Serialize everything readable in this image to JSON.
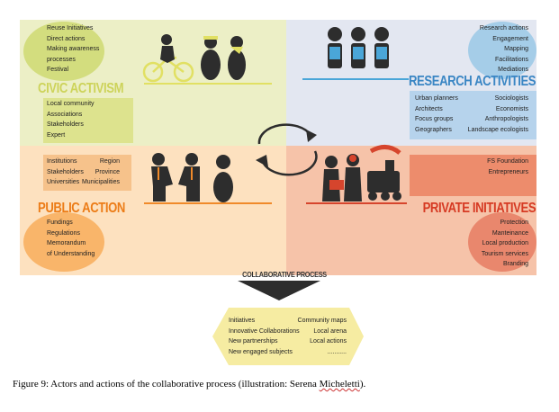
{
  "colors": {
    "civic_bg": "#ecefc6",
    "civic_accent": "#e1e063",
    "civic_heading": "#cdd35a",
    "research_bg": "#e3e7f1",
    "research_accent": "#4aa6d8",
    "research_heading": "#3a86c4",
    "public_bg": "#fde1bf",
    "public_accent": "#f08a2a",
    "public_heading": "#ec7c17",
    "private_bg": "#f6c3a9",
    "private_accent": "#d6452d",
    "private_heading": "#d63a23",
    "figure": "#2d2d2d",
    "process_arrow": "#2d2d2d",
    "result_hex": "#f6eca2"
  },
  "civic_activism": {
    "heading": "CIVIC ACTIVISM",
    "actions": [
      "Reuse Initiatives",
      "Direct actions",
      "Making awareness",
      "processes",
      "Festival"
    ],
    "actors": [
      "Local community",
      "Associations",
      "Stakeholders",
      "Expert"
    ]
  },
  "research_activities": {
    "heading": "RESEARCH ACTIVITIES",
    "actions": [
      "Research actions",
      "Engagement",
      "Mapping",
      "Facilitations",
      "Mediations"
    ],
    "actors_left": [
      "Urban planners",
      "Architects",
      "Focus groups",
      "Geographers"
    ],
    "actors_right": [
      "Sociologists",
      "Economists",
      "Anthropologists",
      "Landscape ecologists"
    ]
  },
  "public_action": {
    "heading": "PUBLIC ACTION",
    "actors_left": [
      "Institutions",
      "Stakeholders",
      "Universities"
    ],
    "actors_right": [
      "Region",
      "Province",
      "Municipalities"
    ],
    "actions": [
      "Fundings",
      "Regulations",
      "Memorandum",
      "of Understanding"
    ]
  },
  "private_initiatives": {
    "heading": "PRIVATE INITIATIVES",
    "actors": [
      "FS Foundation",
      "Entrepreneurs"
    ],
    "actions": [
      "Protection",
      "Manteinance",
      "Local production",
      "Tourism services",
      "Branding"
    ]
  },
  "process": {
    "title": "COLLABORATIVE PROCESS",
    "results_left": [
      "Initiatives",
      "Innovative Collaborations",
      "New partnerships",
      "New engaged subjects"
    ],
    "results_right": [
      "Community maps",
      "Local arena",
      "Local actions",
      "..........."
    ]
  },
  "caption": {
    "before": "Figure 9: Actors and actions of the collaborative process (illustration: Serena ",
    "surname": "Micheletti",
    "after": ")."
  }
}
